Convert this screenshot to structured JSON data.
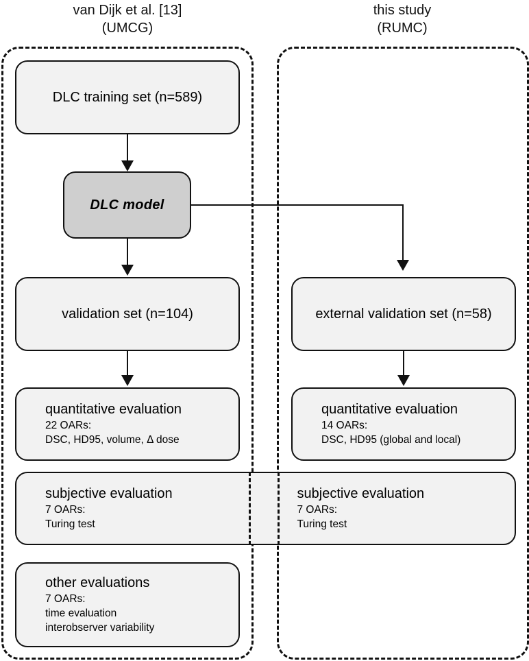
{
  "columns": {
    "left": {
      "header": "van Dijk et al. [13]\n(UMCG)"
    },
    "right": {
      "header": "this study\n(RUMC)"
    }
  },
  "nodes": {
    "training_set": {
      "label": "DLC training set (n=589)"
    },
    "dlc_model": {
      "label": "DLC model"
    },
    "validation_left": {
      "label": "validation set (n=104)"
    },
    "validation_right": {
      "label": "external validation set (n=58)"
    },
    "quant_left": {
      "title": "quantitative evaluation",
      "line1": "22 OARs:",
      "line2": "DSC, HD95, volume, Δ dose"
    },
    "quant_right": {
      "title": "quantitative evaluation",
      "line1": "14 OARs:",
      "line2": "DSC, HD95 (global and local)"
    },
    "subjective_left": {
      "title": "subjective evaluation",
      "line1": "7 OARs:",
      "line2": "Turing test"
    },
    "subjective_right": {
      "title": "subjective evaluation",
      "line1": "7 OARs:",
      "line2": "Turing test"
    },
    "other_left": {
      "title": "other evaluations",
      "line1": "7 OARs:",
      "line2": "time evaluation",
      "line3": "interobserver variability"
    }
  },
  "colors": {
    "stroke": "#111111",
    "node_fill": "#f2f2f2",
    "model_fill": "#cfcfcf",
    "background": "#ffffff"
  }
}
